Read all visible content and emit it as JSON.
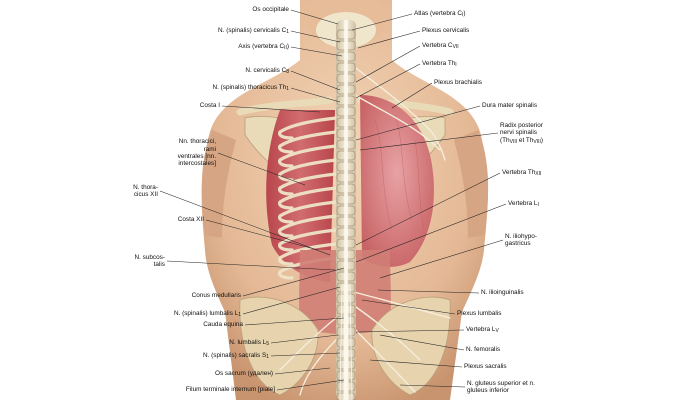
{
  "colors": {
    "skin": "#ecc8a6",
    "skin_shadow": "#c9977a",
    "bone": "#efe4c8",
    "muscle": "#c8555a",
    "lung": "#d98a8e",
    "nerve": "#f2ebd9",
    "leader_line": "#222222"
  },
  "labels_left": [
    {
      "id": "os-occipitale",
      "text": "Os occipitale"
    },
    {
      "id": "n-spinalis-cervicalis-c1",
      "text": "N. (spinalis) cervicalis C",
      "sub": "1"
    },
    {
      "id": "axis",
      "text": "Axis (vertebra C",
      "sub": "II",
      "tail": ")"
    },
    {
      "id": "n-cervicalis-c8",
      "text": "N. cervicalis C",
      "sub": "8"
    },
    {
      "id": "n-spinalis-thoracicus-th1",
      "text": "N. (spinalis) thoracicus Th",
      "sub": "1"
    },
    {
      "id": "costa-i",
      "text": "Costa I"
    },
    {
      "id": "nn-thoracici",
      "lines": [
        "Nn. thoracici,",
        "rami",
        "ventrales [nn.",
        "intercostales]"
      ]
    },
    {
      "id": "n-thoracicus-xii",
      "lines": [
        "N. thora-",
        "cicus XII"
      ]
    },
    {
      "id": "costa-xii",
      "text": "Costa XII"
    },
    {
      "id": "n-subcostalis",
      "lines": [
        "N. subcos-",
        "talis"
      ]
    },
    {
      "id": "conus-medullaris",
      "text": "Conus medullaris"
    },
    {
      "id": "n-spinalis-lumbalis-l1",
      "text": "N. (spinalis) lumbalis L",
      "sub": "1"
    },
    {
      "id": "cauda-equina",
      "text": "Cauda equina"
    },
    {
      "id": "n-lumbalis-l5",
      "text": "N. lumbalis L",
      "sub": "5"
    },
    {
      "id": "n-spinalis-sacralis-s1",
      "text": "N. (spinalis) sacralis S",
      "sub": "1"
    },
    {
      "id": "os-sacrum",
      "text": "Os sacrum (удален)"
    },
    {
      "id": "filum-terminale",
      "text": "Filum terminale internum [piale]"
    }
  ],
  "labels_right": [
    {
      "id": "atlas",
      "text": "Atlas (vertebra C",
      "sub": "I",
      "tail": ")"
    },
    {
      "id": "plexus-cervicalis",
      "text": "Plexus cervicalis"
    },
    {
      "id": "vertebra-cvii",
      "text": "Vertebra C",
      "sub": "VII"
    },
    {
      "id": "vertebra-thi",
      "text": "Vertebra Th",
      "sub": "I"
    },
    {
      "id": "plexus-brachialis",
      "text": "Plexus brachialis"
    },
    {
      "id": "dura-mater-spinalis",
      "text": "Dura mater spinalis"
    },
    {
      "id": "radix-posterior",
      "lines": [
        "Radix posterior",
        "nervi spinalis"
      ],
      "last": {
        "text": "(Th",
        "sub1": "VIII",
        "mid": " et Th",
        "sub2": "VIII",
        "tail": ")"
      }
    },
    {
      "id": "vertebra-thxii",
      "text": "Vertebra Th",
      "sub": "XII"
    },
    {
      "id": "vertebra-li",
      "text": "Vertebra L",
      "sub": "I"
    },
    {
      "id": "n-iliohypogastricus",
      "lines": [
        "N. iliohypo-",
        "gastricus"
      ]
    },
    {
      "id": "n-ilioinguinalis",
      "text": "N. ilioinguinalis"
    },
    {
      "id": "plexus-lumbalis",
      "text": "Plexus lumbalis"
    },
    {
      "id": "vertebra-lv",
      "text": "Vertebra L",
      "sub": "V"
    },
    {
      "id": "n-femoralis",
      "text": "N. femoralis"
    },
    {
      "id": "plexus-sacralis",
      "text": "Plexus sacralis"
    },
    {
      "id": "n-gluteus",
      "lines": [
        "N. gluteus superior et n.",
        "gluteus inferior"
      ]
    }
  ]
}
